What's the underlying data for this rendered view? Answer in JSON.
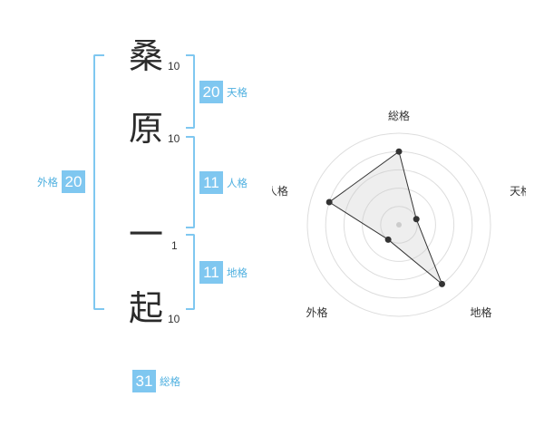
{
  "name_chars": [
    {
      "char": "桑",
      "strokes": "10"
    },
    {
      "char": "原",
      "strokes": "10"
    },
    {
      "char": "一",
      "strokes": "1"
    },
    {
      "char": "起",
      "strokes": "10"
    }
  ],
  "kaku": {
    "tenkaku": {
      "value": "20",
      "label": "天格"
    },
    "jinkaku": {
      "value": "11",
      "label": "人格"
    },
    "chikaku": {
      "value": "11",
      "label": "地格"
    },
    "gaikaku": {
      "value": "20",
      "label": "外格"
    },
    "soukaku": {
      "value": "31",
      "label": "総格"
    }
  },
  "colors": {
    "accent": "#7fc7f0",
    "label": "#4fb0e0"
  },
  "chart_data": {
    "type": "radar",
    "axes": [
      "総格",
      "天格",
      "地格",
      "外格",
      "人格"
    ],
    "values": [
      4,
      1,
      4,
      1,
      4
    ],
    "rmax": 5,
    "rings": 5
  }
}
